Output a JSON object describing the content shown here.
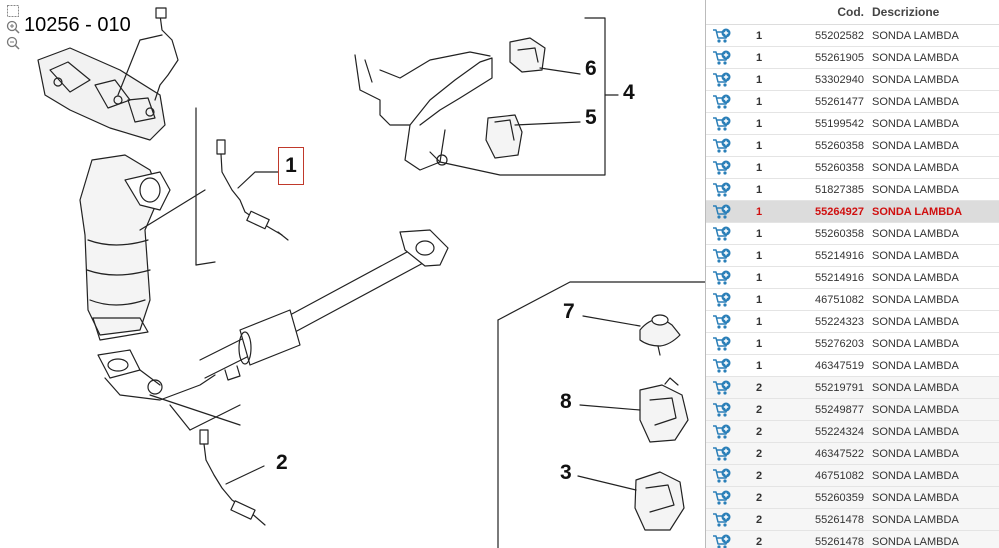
{
  "diagram": {
    "reference": "10256 - 010",
    "callouts": [
      "1",
      "2",
      "3",
      "4",
      "5",
      "6",
      "7",
      "8"
    ]
  },
  "table": {
    "header": {
      "qty": "",
      "cod": "Cod.",
      "descrizione": "Descrizione"
    },
    "selected_color": "#d01010",
    "rows": [
      {
        "qty": "1",
        "cod": "55202582",
        "desc": "SONDA LAMBDA"
      },
      {
        "qty": "1",
        "cod": "55261905",
        "desc": "SONDA LAMBDA"
      },
      {
        "qty": "1",
        "cod": "53302940",
        "desc": "SONDA LAMBDA"
      },
      {
        "qty": "1",
        "cod": "55261477",
        "desc": "SONDA LAMBDA"
      },
      {
        "qty": "1",
        "cod": "55199542",
        "desc": "SONDA LAMBDA"
      },
      {
        "qty": "1",
        "cod": "55260358",
        "desc": "SONDA LAMBDA"
      },
      {
        "qty": "1",
        "cod": "55260358",
        "desc": "SONDA LAMBDA"
      },
      {
        "qty": "1",
        "cod": "51827385",
        "desc": "SONDA LAMBDA"
      },
      {
        "qty": "1",
        "cod": "55264927",
        "desc": "SONDA LAMBDA",
        "selected": true
      },
      {
        "qty": "1",
        "cod": "55260358",
        "desc": "SONDA LAMBDA"
      },
      {
        "qty": "1",
        "cod": "55214916",
        "desc": "SONDA LAMBDA"
      },
      {
        "qty": "1",
        "cod": "55214916",
        "desc": "SONDA LAMBDA"
      },
      {
        "qty": "1",
        "cod": "46751082",
        "desc": "SONDA LAMBDA"
      },
      {
        "qty": "1",
        "cod": "55224323",
        "desc": "SONDA LAMBDA"
      },
      {
        "qty": "1",
        "cod": "55276203",
        "desc": "SONDA LAMBDA"
      },
      {
        "qty": "1",
        "cod": "46347519",
        "desc": "SONDA LAMBDA"
      },
      {
        "qty": "2",
        "cod": "55219791",
        "desc": "SONDA LAMBDA"
      },
      {
        "qty": "2",
        "cod": "55249877",
        "desc": "SONDA LAMBDA"
      },
      {
        "qty": "2",
        "cod": "55224324",
        "desc": "SONDA LAMBDA"
      },
      {
        "qty": "2",
        "cod": "46347522",
        "desc": "SONDA LAMBDA"
      },
      {
        "qty": "2",
        "cod": "46751082",
        "desc": "SONDA LAMBDA"
      },
      {
        "qty": "2",
        "cod": "55260359",
        "desc": "SONDA LAMBDA"
      },
      {
        "qty": "2",
        "cod": "55261478",
        "desc": "SONDA LAMBDA"
      },
      {
        "qty": "2",
        "cod": "55261478",
        "desc": "SONDA LAMBDA"
      }
    ]
  },
  "icons": {
    "row_icon": "add-to-cart-icon",
    "zoom": [
      "fit-icon",
      "zoom-in-icon",
      "zoom-out-icon"
    ]
  }
}
